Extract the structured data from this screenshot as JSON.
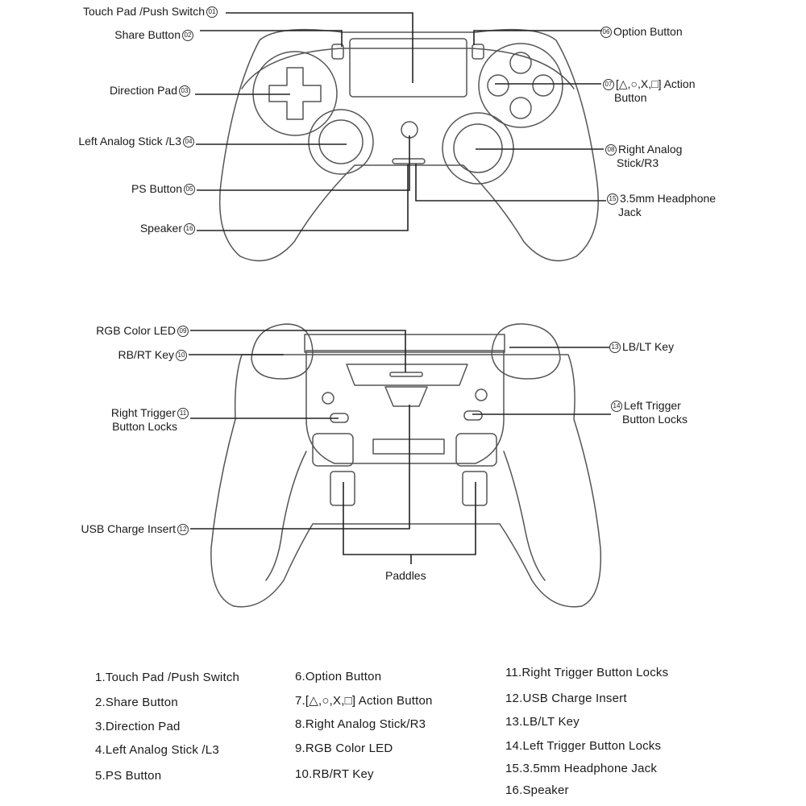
{
  "top_callouts": {
    "touch_pad": {
      "text": "Touch Pad /Push Switch",
      "num": "01"
    },
    "share": {
      "text": "Share Button",
      "num": "02"
    },
    "dpad": {
      "text": "Direction  Pad",
      "num": "03"
    },
    "left_stick": {
      "text": "Left Analog Stick /L3",
      "num": "04"
    },
    "ps": {
      "text": "PS Button",
      "num": "05"
    },
    "speaker": {
      "text": "Speaker",
      "num": "16"
    },
    "option": {
      "text": "Option Button",
      "num": "06"
    },
    "action": {
      "text": "[△,○,X,□] Action",
      "text2": "Button",
      "num": "07"
    },
    "right_stick": {
      "text": "Right Analog",
      "text2": "Stick/R3",
      "num": "08"
    },
    "jack": {
      "text": "3.5mm Headphone",
      "text2": "Jack",
      "num": "15"
    }
  },
  "bottom_callouts": {
    "rgb": {
      "text": "RGB Color LED",
      "num": "09"
    },
    "rbrt": {
      "text": "RB/RT Key",
      "num": "10"
    },
    "right_lock": {
      "text": "Right Trigger",
      "text2": "Button Locks",
      "num": "11"
    },
    "usb": {
      "text": "USB Charge Insert",
      "num": "12"
    },
    "lblt": {
      "text": "LB/LT Key",
      "num": "13"
    },
    "left_lock": {
      "text": "Left Trigger",
      "text2": "Button Locks",
      "num": "14"
    },
    "paddles": {
      "text": "Paddles"
    }
  },
  "legend": [
    "1.Touch Pad /Push Switch",
    "2.Share Button",
    "3.Direction  Pad",
    "4.Left Analog Stick /L3",
    "5.PS Button",
    "6.Option Button",
    "7.[△,○,X,□] Action Button",
    "8.Right Analog Stick/R3",
    "9.RGB Color LED",
    "10.RB/RT Key",
    "11.Right Trigger Button Locks",
    "12.USB Charge Insert",
    "13.LB/LT Key",
    "14.Left Trigger Button Locks",
    "15.3.5mm Headphone Jack",
    "16.Speaker"
  ]
}
